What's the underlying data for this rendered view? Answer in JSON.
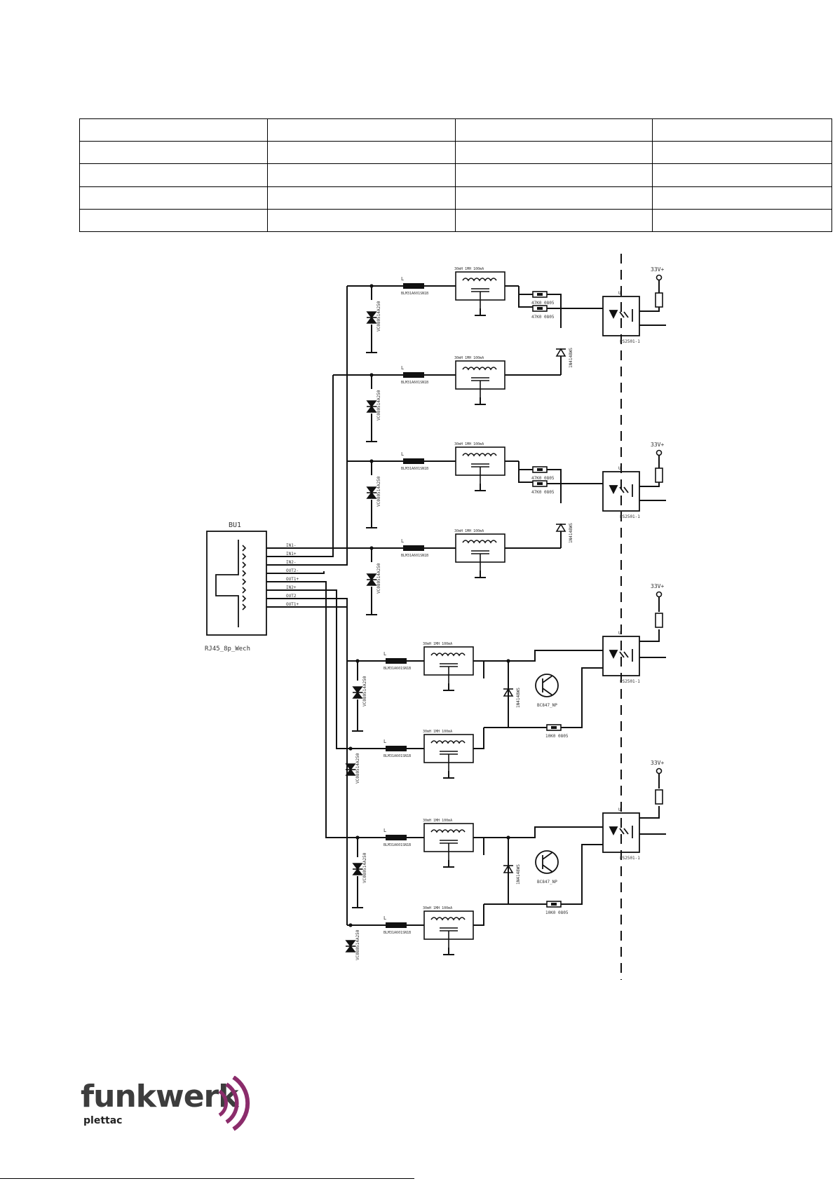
{
  "header_table": {
    "rows": [
      [
        "",
        "",
        "",
        ""
      ],
      [
        "",
        "",
        "",
        ""
      ],
      [
        "",
        "",
        "",
        ""
      ],
      [
        "",
        "",
        "",
        ""
      ],
      [
        "",
        "",
        "",
        ""
      ]
    ]
  },
  "schematic": {
    "connector": {
      "ref": "BU1",
      "type": "RJ45_8p_Wech"
    },
    "pin_labels": [
      "IN1-",
      "IN1+",
      "IN2-",
      "OUT2-",
      "OUT1+",
      "IN2+",
      "OUT2",
      "OUT1+"
    ],
    "supply_labels": [
      "33V+",
      "33V+",
      "33V+",
      "33V+"
    ],
    "ferrite_label": "BLM31A601SN1B",
    "choke_label": "30mH 1MH 100mA",
    "resistor_label": "47K0 0805",
    "tvs_label": "VC080514A250",
    "diode_label": "1N4148WS",
    "optocoupler_label": "PS2501-1",
    "transistor_label": "BC847_NP",
    "base_resistor_label": "10K0 0805"
  },
  "logo": {
    "word": "funkwerk",
    "sub": "plettac",
    "color": "#8b2c6b"
  }
}
